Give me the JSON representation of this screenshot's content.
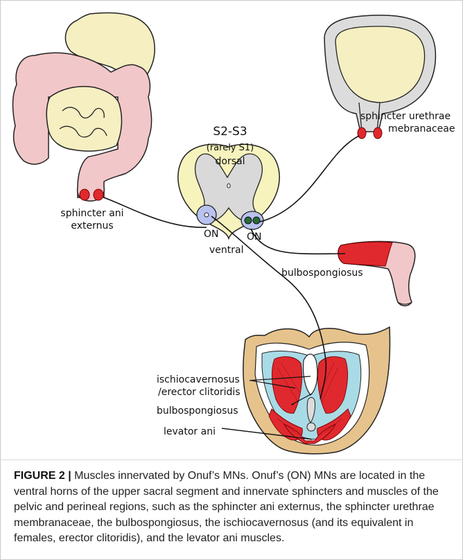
{
  "labels": {
    "segment": "S2-S3",
    "segment_note": "(rarely S1)",
    "dorsal": "dorsal",
    "ventral": "ventral",
    "onuf_left": "ON",
    "onuf_right": "ON",
    "sphincter_ani_line1": "sphincter ani",
    "sphincter_ani_line2": "externus",
    "sphincter_urethrae_line1": "sphincter urethrae",
    "sphincter_urethrae_line2": "mebranaceae",
    "bulbospongiosus_penis": "bulbospongiosus",
    "ischio_line1": "ischiocavernosus",
    "ischio_line2": "/erector clitoridis",
    "bulbospongiosus_pelvis": "bulbospongiosus",
    "levator_ani": "levator ani"
  },
  "caption": {
    "label": "FIGURE 2 |",
    "text": " Muscles innervated by Onuf’s MNs. Onuf’s (ON) MNs are located in the ventral horns of the upper sacral segment and innervate sphincters and muscles of the pelvic and perineal regions, such as the sphincter ani externus, the sphincter urethrae membranaceae, the bulbospongiosus, the ischiocavernosus (and its equivalent in females, erector clitoridis), and the levator ani muscles."
  },
  "colors": {
    "intestine": "#f2c7c9",
    "stomach": "#f6efc2",
    "cord_white_matter": "#f6f3bd",
    "cord_grey_matter": "#d9d9d9",
    "onuf_nucleus": "#b9c2ee",
    "muscle_red": "#e0292f",
    "nerve": "#111111"
  }
}
